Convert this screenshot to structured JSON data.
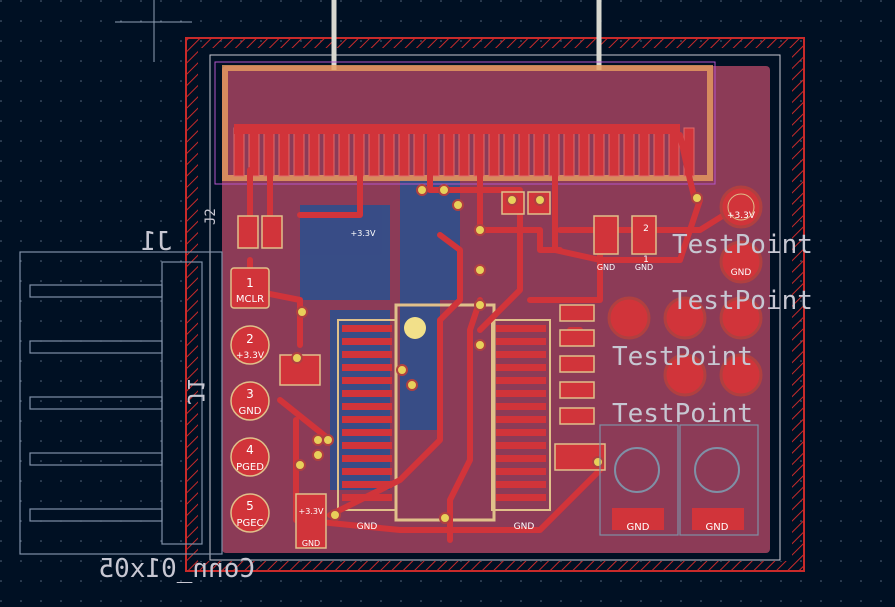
{
  "colors": {
    "background": "#001023",
    "board_fill": "#8c3b57",
    "copper_top": "#d1343a",
    "copper_bottom": "#1e5aa8",
    "silkscreen": "#e0c08a",
    "edge_cuts": "#d8d8d0",
    "keepout": "#c82a2a",
    "ref_text": "#c7c7d2"
  },
  "connector": {
    "ref_top": "J1",
    "ref_side": "J1",
    "value": "Conn_01x05",
    "pins": [
      {
        "num": "1",
        "name": "MCLR"
      },
      {
        "num": "2",
        "name": "+3.3V"
      },
      {
        "num": "3",
        "name": "GND"
      },
      {
        "num": "4",
        "name": "PGED"
      },
      {
        "num": "5",
        "name": "PGEC"
      }
    ]
  },
  "testpoints": {
    "labels": [
      "TestPoint",
      "TestPoint",
      "TestPoint",
      "TestPoint"
    ],
    "pad_labels": [
      "+3.3V",
      "GND"
    ]
  },
  "pad_small_labels": [
    "GND",
    "GND",
    "GND",
    "GND",
    "GND",
    "GND",
    "GND",
    "+3.3V",
    "+3.3V"
  ],
  "fragments": {
    "left_ref": "J2",
    "small_2": "2",
    "small_1": "1"
  }
}
